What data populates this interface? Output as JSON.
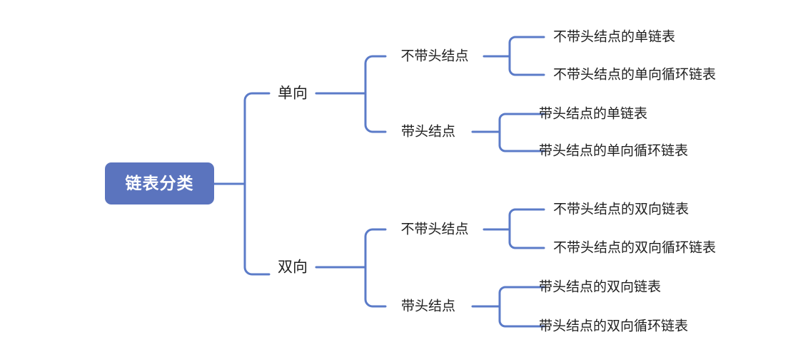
{
  "diagram": {
    "type": "mind-map",
    "title": "链表分类",
    "colors": {
      "root_fill": "#5B74BE",
      "root_text": "#FFFFFF",
      "connector": "#5B7BC8",
      "node_text": "#1F1F1F",
      "background": "#FFFFFF"
    },
    "root": {
      "label": "链表分类"
    },
    "level2": [
      {
        "label": "单向"
      },
      {
        "label": "双向"
      }
    ],
    "level3": [
      {
        "label": "不带头结点"
      },
      {
        "label": "带头结点"
      },
      {
        "label": "不带头结点"
      },
      {
        "label": "带头结点"
      }
    ],
    "leaves": [
      {
        "label": "不带头结点的单链表"
      },
      {
        "label": "不带头结点的单向循环链表"
      },
      {
        "label": "带头结点的单链表"
      },
      {
        "label": "带头结点的单向循环链表"
      },
      {
        "label": "不带头结点的双向链表"
      },
      {
        "label": "不带头结点的双向循环链表"
      },
      {
        "label": "带头结点的双向链表"
      },
      {
        "label": "带头结点的双向循环链表"
      }
    ]
  }
}
